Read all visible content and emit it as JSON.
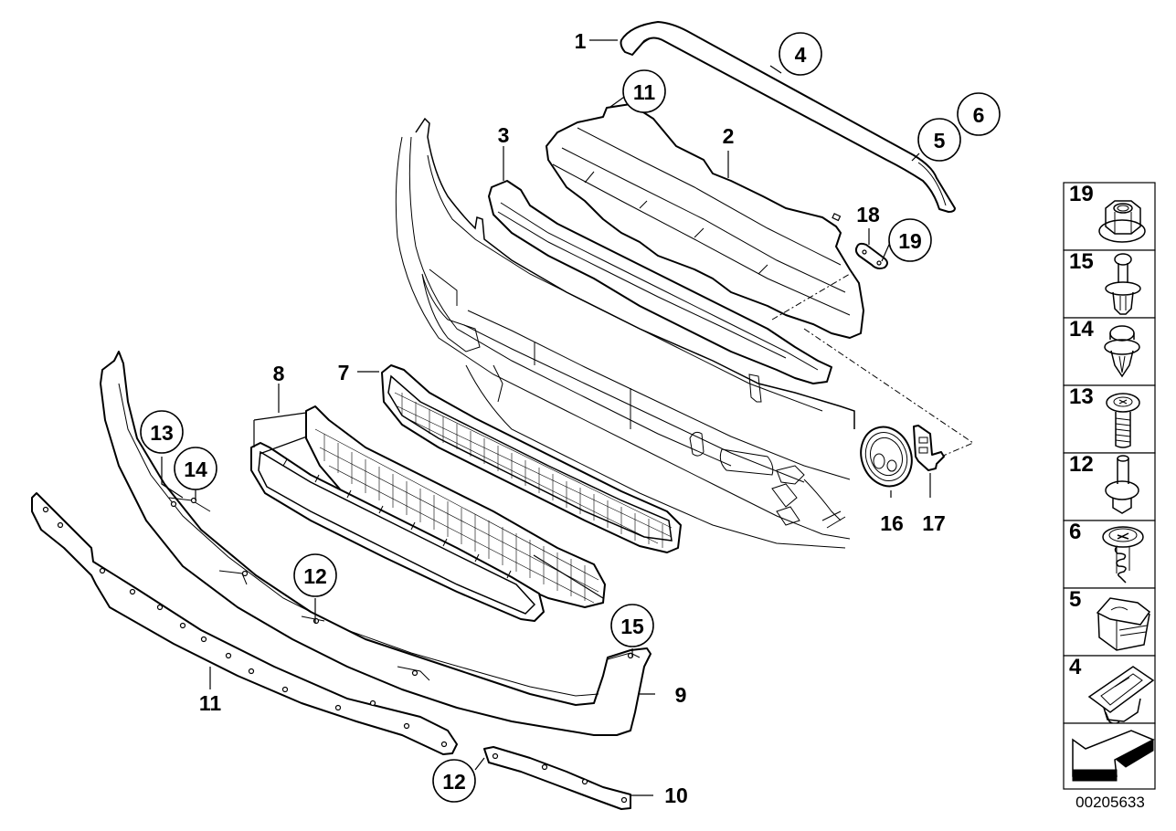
{
  "diagram": {
    "document_number": "00205633",
    "callouts": [
      {
        "id": "c1",
        "label": "1",
        "circled": false
      },
      {
        "id": "c2",
        "label": "2",
        "circled": false
      },
      {
        "id": "c3",
        "label": "3",
        "circled": false
      },
      {
        "id": "c4",
        "label": "4",
        "circled": true
      },
      {
        "id": "c5",
        "label": "5",
        "circled": true
      },
      {
        "id": "c6",
        "label": "6",
        "circled": true
      },
      {
        "id": "c7",
        "label": "7",
        "circled": false
      },
      {
        "id": "c8",
        "label": "8",
        "circled": false
      },
      {
        "id": "c9",
        "label": "9",
        "circled": false
      },
      {
        "id": "c10",
        "label": "10",
        "circled": false
      },
      {
        "id": "c11a",
        "label": "11",
        "circled": true
      },
      {
        "id": "c11b",
        "label": "11",
        "circled": false
      },
      {
        "id": "c12a",
        "label": "12",
        "circled": true
      },
      {
        "id": "c12b",
        "label": "12",
        "circled": true
      },
      {
        "id": "c13",
        "label": "13",
        "circled": true
      },
      {
        "id": "c14",
        "label": "14",
        "circled": true
      },
      {
        "id": "c15",
        "label": "15",
        "circled": true
      },
      {
        "id": "c16",
        "label": "16",
        "circled": false
      },
      {
        "id": "c17",
        "label": "17",
        "circled": false
      },
      {
        "id": "c18",
        "label": "18",
        "circled": false
      },
      {
        "id": "c19",
        "label": "19",
        "circled": true
      }
    ],
    "fastener_legend": [
      {
        "label": "19",
        "icon": "flange-nut-icon"
      },
      {
        "label": "15",
        "icon": "expanding-rivet-icon"
      },
      {
        "label": "14",
        "icon": "push-clip-icon"
      },
      {
        "label": "13",
        "icon": "torx-screw-icon"
      },
      {
        "label": "12",
        "icon": "expanding-rivet-icon"
      },
      {
        "label": "6",
        "icon": "sheet-metal-screw-icon"
      },
      {
        "label": "5",
        "icon": "clip-nut-icon"
      },
      {
        "label": "4",
        "icon": "slide-clip-icon"
      }
    ],
    "direction_icon": "front-direction-arrow-icon"
  }
}
